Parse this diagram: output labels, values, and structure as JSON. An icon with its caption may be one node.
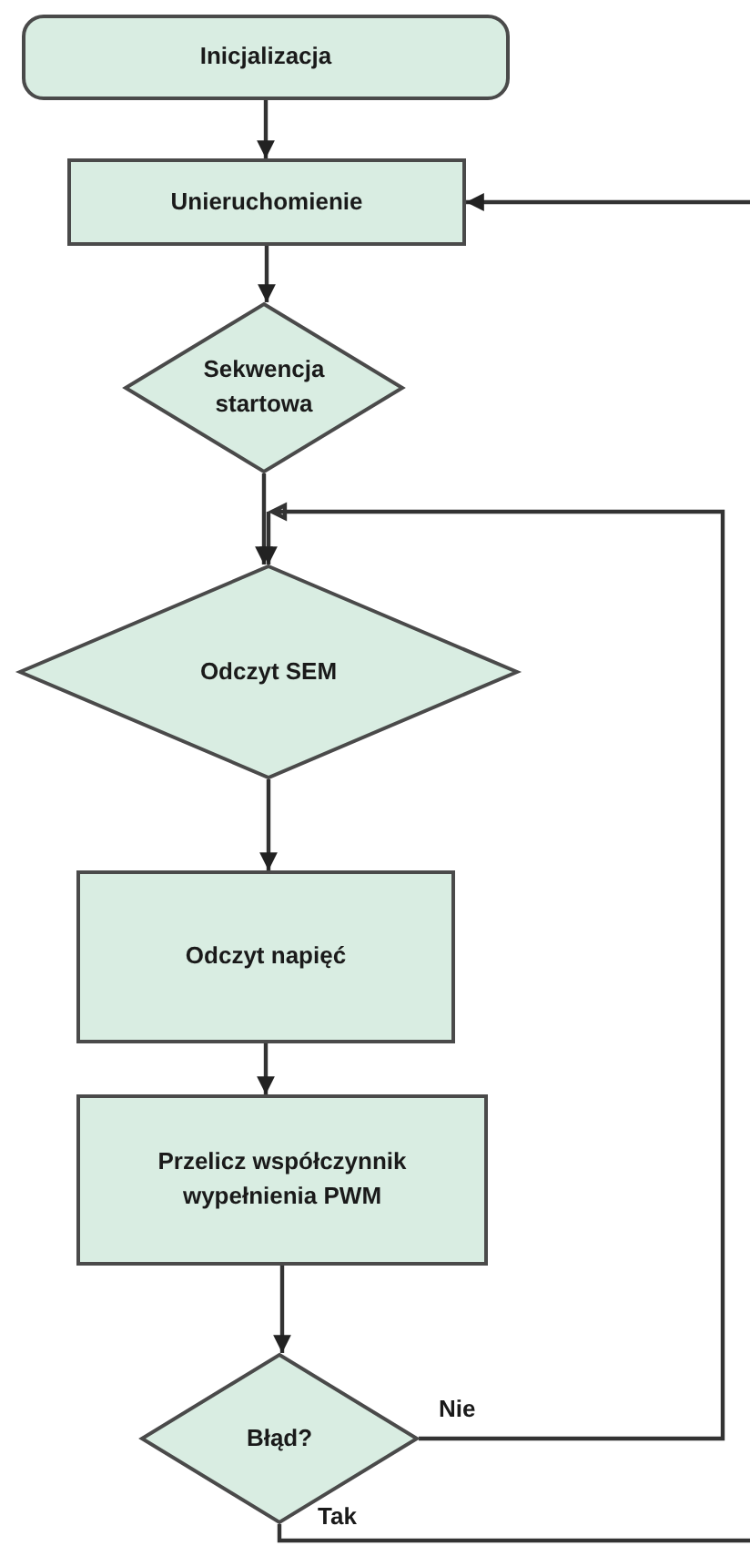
{
  "diagram": {
    "nodes": [
      {
        "text": [
          "Inicjalizacja"
        ]
      },
      {
        "text": [
          "Unieruchomienie"
        ]
      },
      {
        "text": [
          "Sekwencja startowa"
        ]
      },
      {
        "text": [
          "Odczyt SEM"
        ]
      },
      {
        "text": [
          "Odczyt napięć"
        ]
      },
      {
        "text": [
          "Przelicz współczynnik wypełnienia PWM"
        ]
      },
      {
        "text": [
          "Błąd?"
        ]
      }
    ],
    "edges": [
      {
        "from": 0,
        "to": 1,
        "arrow": "to"
      },
      {
        "from": null,
        "to": 1,
        "arrow": "to"
      },
      {
        "from": 1,
        "to": 2,
        "arrow": "to"
      },
      {
        "from": 2,
        "to": 3,
        "arrow": "to"
      },
      {
        "from": 3,
        "to": 4,
        "arrow": "to"
      },
      {
        "from": 4,
        "to": 5,
        "arrow": "to"
      },
      {
        "from": 5,
        "to": 6,
        "arrow": "to"
      },
      {
        "from": 6,
        "to": 3,
        "label": "Nie",
        "arrow": "to"
      },
      {
        "from": 6,
        "to": null,
        "label": "Tak",
        "arrow": "none"
      }
    ]
  }
}
